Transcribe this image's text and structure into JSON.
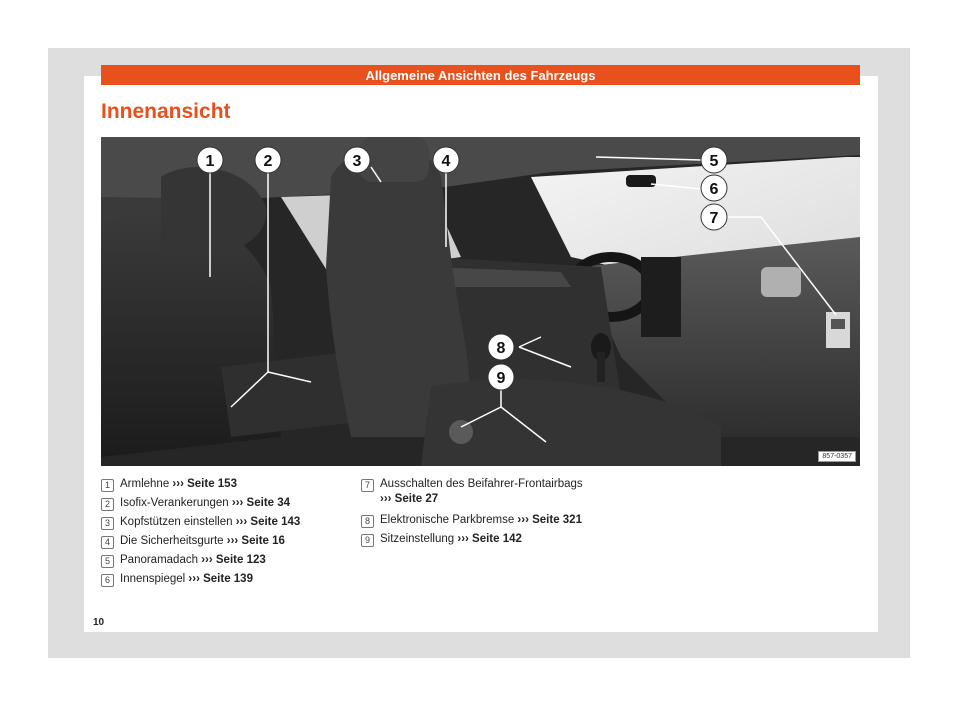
{
  "header": {
    "section": "Allgemeine Ansichten des Fahrzeugs"
  },
  "title": "Innenansicht",
  "figure": {
    "code": "857-0357",
    "callouts": [
      "1",
      "2",
      "3",
      "4",
      "5",
      "6",
      "7",
      "8",
      "9"
    ]
  },
  "left_list": [
    {
      "num": "1",
      "text": "Armlehne ",
      "ref": "››› Seite 153"
    },
    {
      "num": "2",
      "text": "Isofix-Verankerungen ",
      "ref": "››› Seite 34"
    },
    {
      "num": "3",
      "text": "Kopfstützen einstellen ",
      "ref": "››› Seite 143"
    },
    {
      "num": "4",
      "text": "Die Sicherheitsgurte ",
      "ref": "››› Seite 16"
    },
    {
      "num": "5",
      "text": "Panoramadach ",
      "ref": "››› Seite 123"
    },
    {
      "num": "6",
      "text": "Innenspiegel ",
      "ref": "››› Seite 139"
    }
  ],
  "right_list": [
    {
      "num": "7",
      "text": "Ausschalten des Beifahrer-Frontairbags",
      "ref": "››› Seite 27"
    },
    {
      "num": "8",
      "text": "Elektronische Parkbremse ",
      "ref": "››› Seite 321"
    },
    {
      "num": "9",
      "text": "Sitzeinstellung ",
      "ref": "››› Seite 142"
    }
  ],
  "page_number": "10",
  "colors": {
    "accent": "#e8501e",
    "page_bg": "#dedede"
  }
}
